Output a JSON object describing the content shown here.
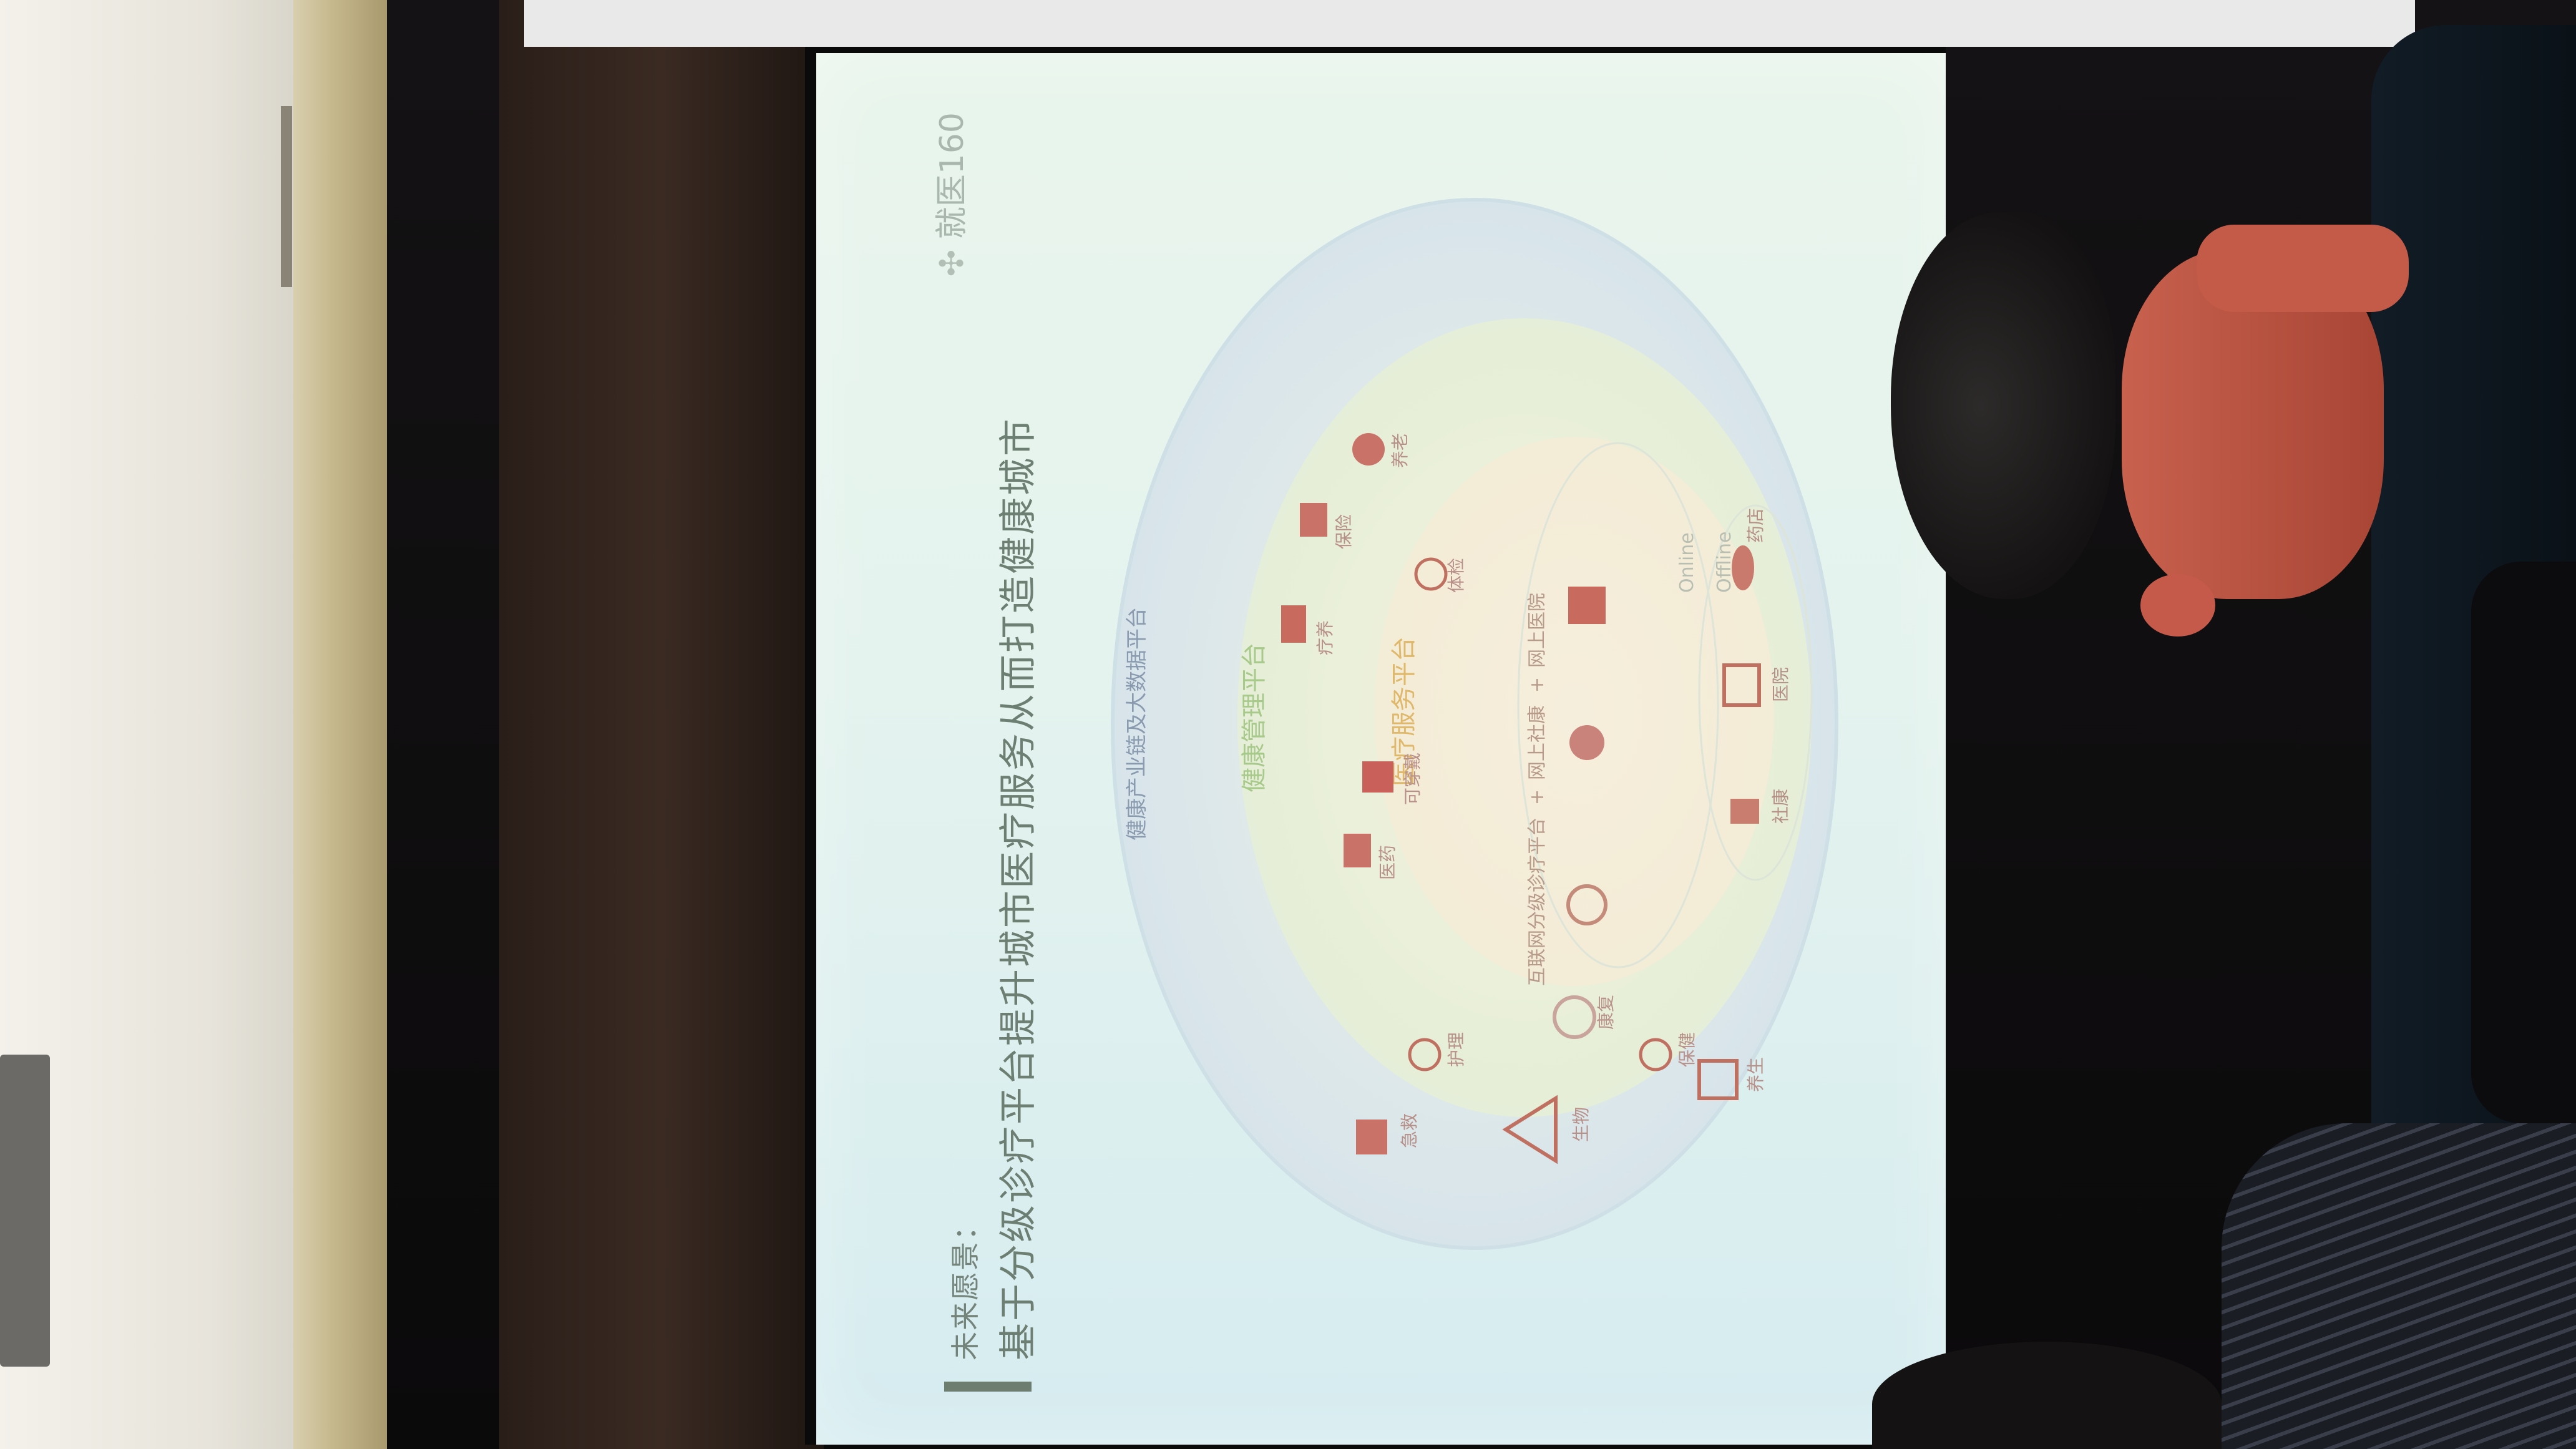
{
  "slide": {
    "title_line1": "未来愿景：",
    "title_line2": "基于分级诊疗平台提升城市医疗服务从而打造健康城市",
    "brand": "就医160"
  },
  "diagram": {
    "outer_label": "健康产业链及大数据平台",
    "middle_label": "健康管理平台",
    "inner_label": "医疗服务平台",
    "formula": {
      "part1": "互联网分级诊疗平台",
      "plus1": "+",
      "part2": "网上社康",
      "plus2": "+",
      "part3": "网上医院"
    },
    "online_label": "Online",
    "offline_label": "Offline",
    "outer_items": [
      "医药",
      "可穿戴",
      "体检",
      "养老",
      "保险",
      "疗养"
    ],
    "left_items": [
      "养生",
      "生物",
      "急救",
      "保健",
      "康复",
      "护理"
    ],
    "offline_items": [
      "社康",
      "医院",
      "药店"
    ]
  }
}
